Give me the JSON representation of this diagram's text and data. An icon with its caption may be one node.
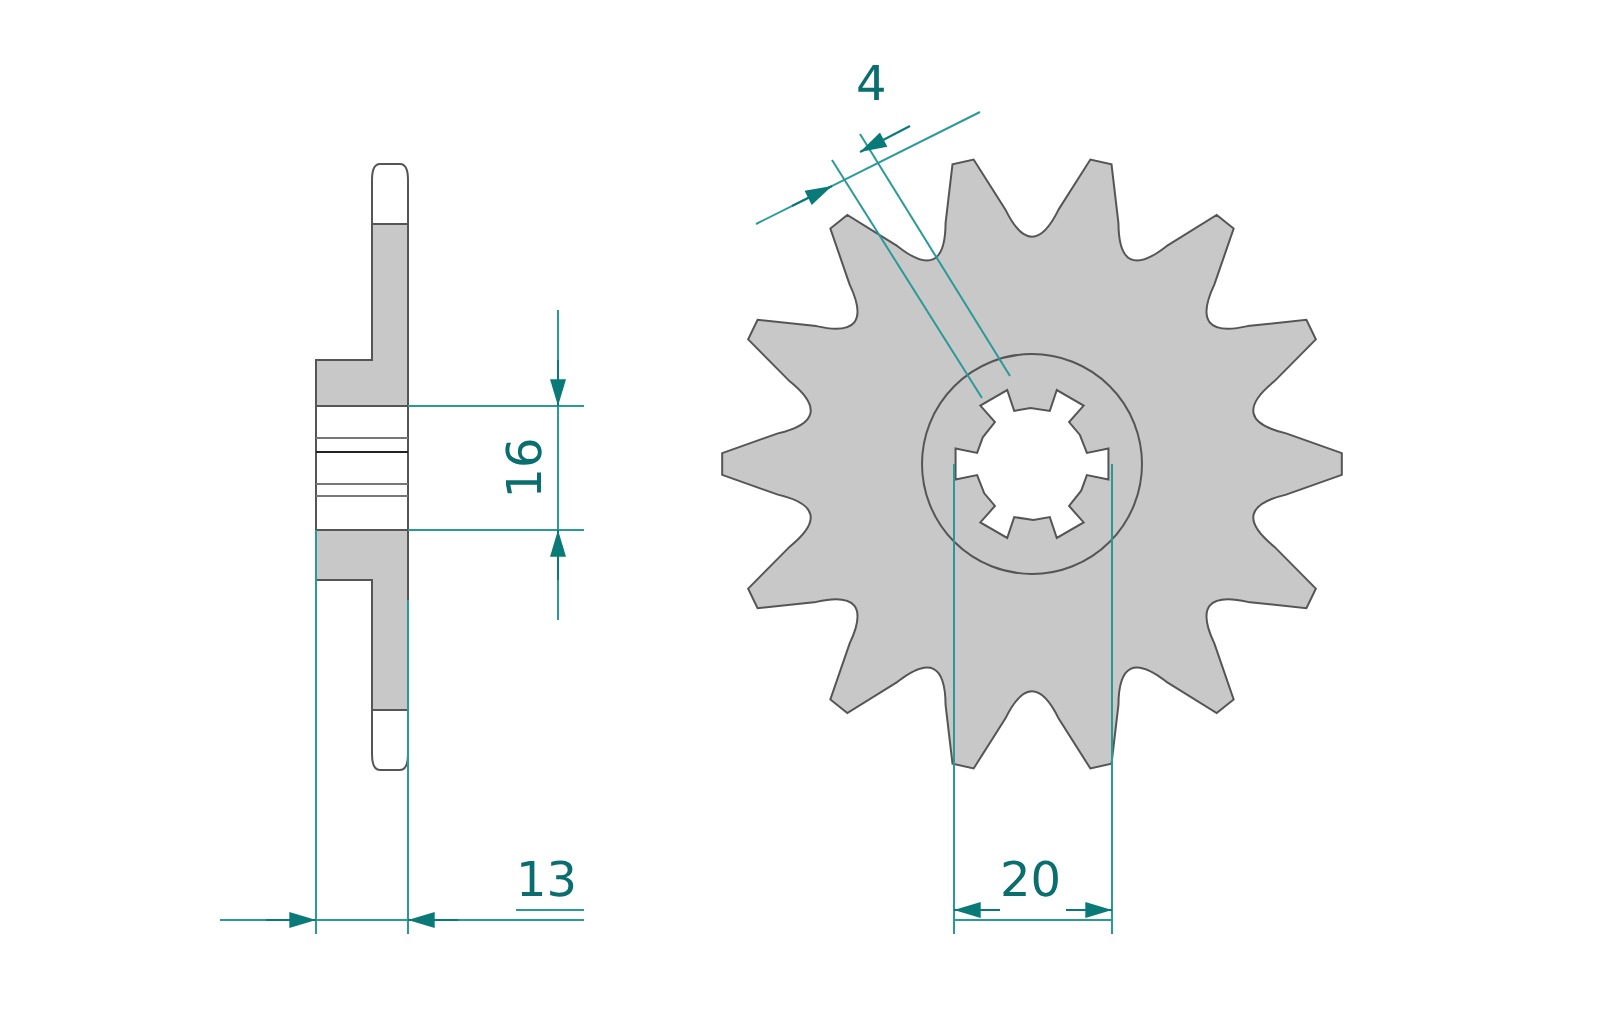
{
  "diagram": {
    "labels": [
      "4",
      "16",
      "13",
      "20"
    ]
  }
}
